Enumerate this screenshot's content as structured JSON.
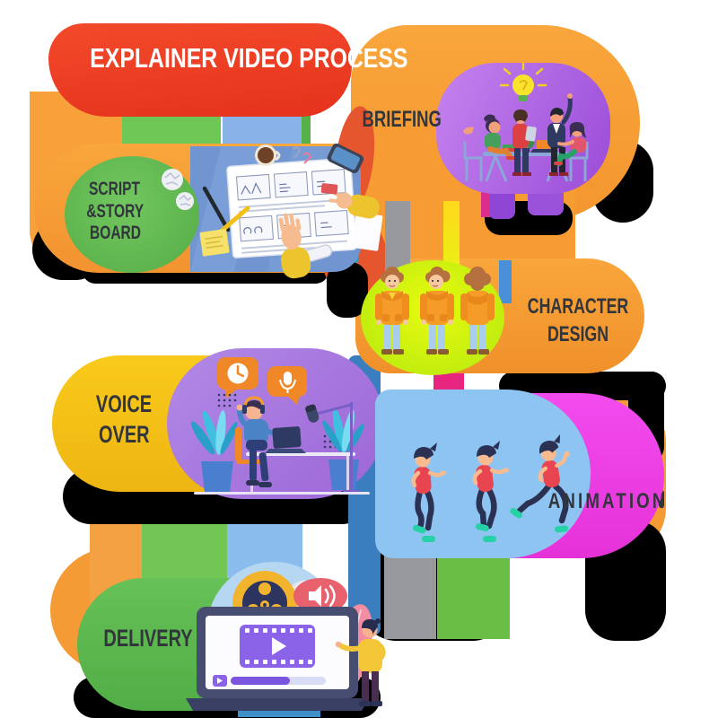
{
  "title": {
    "text": "EXPLAINER VIDEO PROCESS"
  },
  "steps": {
    "briefing": {
      "label": "BRIEFING"
    },
    "script_storyboard": {
      "lines": [
        "SCRIPT",
        "&STORY",
        "BOARD"
      ]
    },
    "character_design": {
      "lines": [
        "CHARACTER",
        "DESIGN"
      ]
    },
    "voice_over": {
      "lines": [
        "VOICE",
        "OVER"
      ]
    },
    "animation": {
      "label": "ANIMATION"
    },
    "delivery": {
      "label": "DELIVERY"
    }
  },
  "palette": {
    "banner_red": "#ec3a1f",
    "pill_orange": "#f8a13a",
    "briefing_purple": "#a864e0",
    "script_green": "#64bd53",
    "board_blue": "#7095d0",
    "lime_green": "#d4f512",
    "voice_yellow": "#f6c418",
    "voice_purple": "#a97de0",
    "animation_magenta": "#ee3ce0",
    "animation_sky": "#8ec4f1",
    "delivery_green": "#5cb956",
    "bar_blue": "#3a7ec0",
    "bar_gray": "#98999c",
    "bar_green": "#69bd45",
    "bar_pink": "#e8257e",
    "bar_yellow": "#f2e012",
    "accent_vermilion": "#e5552e",
    "label_dark": "#32363c",
    "title_white": "#ffffff",
    "shadow_black": "#000000"
  },
  "icons": {
    "lightbulb": "idea bulb above briefing meeting",
    "clock": "clock speech bubble in voice over scene",
    "microphone": "microphone speech bubble in voice over scene",
    "speaker": "audio speaker badge in delivery scene",
    "play_button": "video play button on delivery laptop",
    "film_reel": "film reel in delivery scene"
  }
}
